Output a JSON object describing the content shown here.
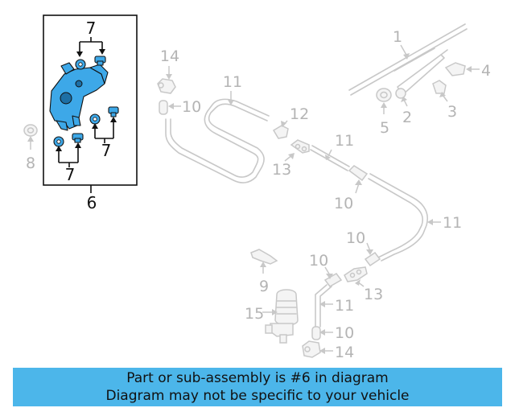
{
  "banner": {
    "line1": "Part or sub-assembly is #6 in diagram",
    "line2": "Diagram may not be specific to your vehicle"
  },
  "callouts": {
    "n1": "1",
    "n2": "2",
    "n3": "3",
    "n4": "4",
    "n5": "5",
    "n6": "6",
    "n7a": "7",
    "n7b": "7",
    "n7c": "7",
    "n8": "8",
    "n9": "9",
    "n10a": "10",
    "n10b": "10",
    "n10c": "10",
    "n10d": "10",
    "n10e": "10",
    "n11a": "11",
    "n11b": "11",
    "n11c": "11",
    "n11d": "11",
    "n12": "12",
    "n13a": "13",
    "n13b": "13",
    "n14a": "14",
    "n14b": "14",
    "n15": "15"
  },
  "colors": {
    "highlight": "#3da8e8",
    "banner": "#4cb6ea",
    "ghost": "#c8c8c8"
  }
}
